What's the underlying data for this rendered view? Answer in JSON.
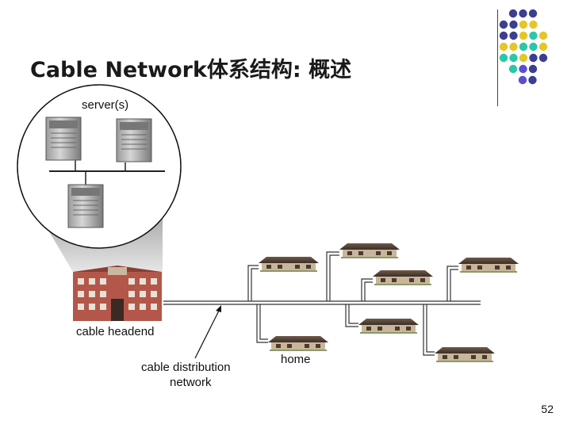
{
  "slide": {
    "title": "Cable Network体系结构: 概述",
    "page_number": "52"
  },
  "diagram": {
    "server_label": "server(s)",
    "headend_label": "cable headend",
    "distribution_label_line1": "cable distribution",
    "distribution_label_line2": "network",
    "home_label": "home"
  },
  "colors": {
    "dot_navy": "#3b3f8f",
    "dot_yellow": "#e6c52a",
    "dot_teal": "#2cc6a8",
    "dot_purple": "#5a4fcf"
  }
}
